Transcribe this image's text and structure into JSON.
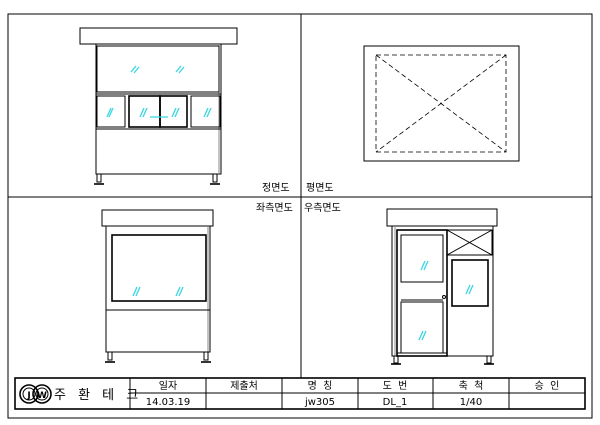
{
  "views": {
    "front": "정면도",
    "plan": "평면도",
    "left_side": "좌측면도",
    "right_side": "우측면도"
  },
  "title_block": {
    "company": "주 환 테 크",
    "logo_text": "JW",
    "headers": [
      "일자",
      "제출처",
      "명  칭",
      "도  번",
      "축  척",
      "승  인"
    ],
    "values": [
      "14.03.19",
      "",
      "jw305",
      "DL_1",
      "1/40",
      ""
    ]
  },
  "colors": {
    "glass": "#38d6e0",
    "line": "#000000"
  }
}
